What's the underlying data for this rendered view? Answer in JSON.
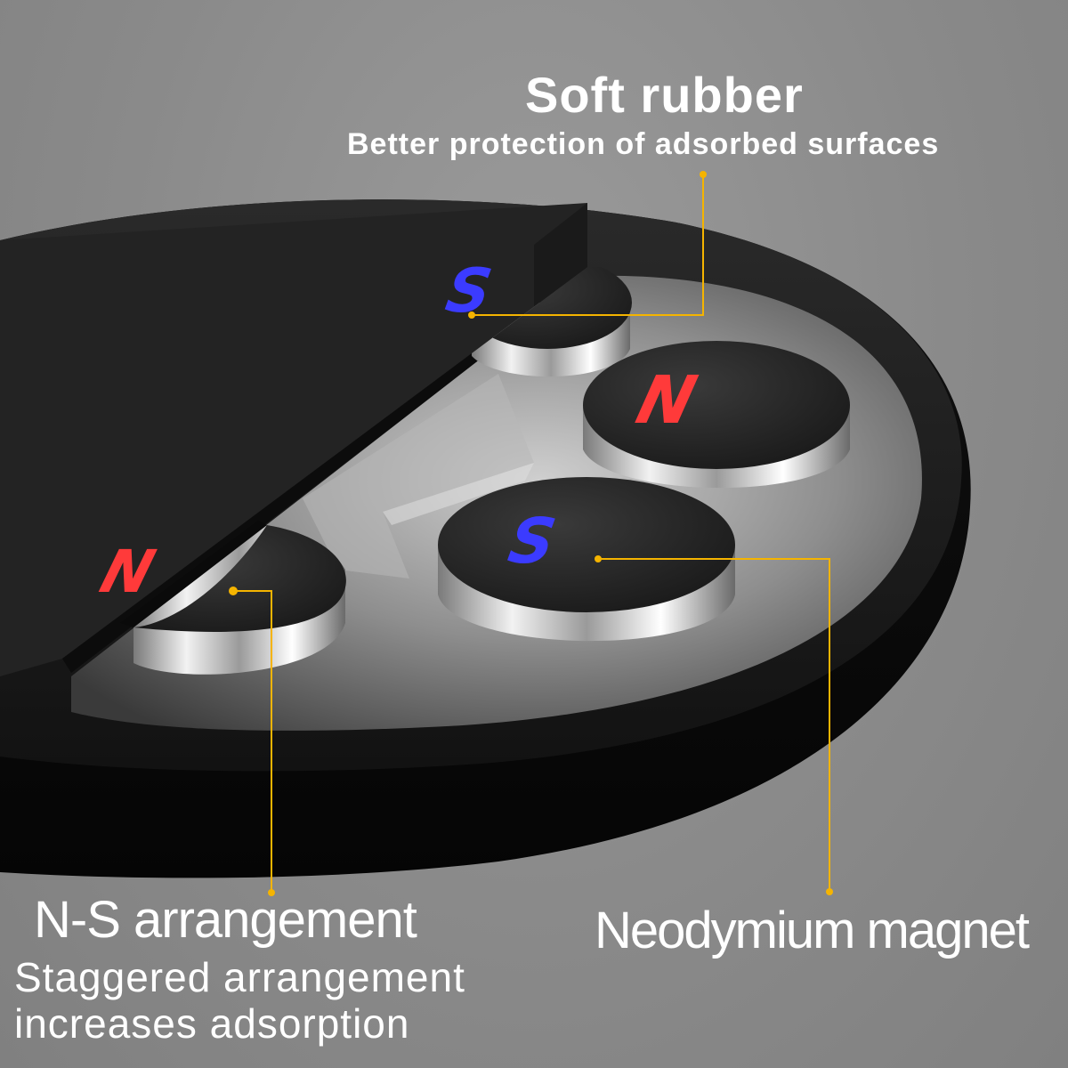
{
  "callouts": {
    "soft_rubber": {
      "title": "Soft rubber",
      "subtitle": "Better protection of adsorbed surfaces"
    },
    "ns_arrangement": {
      "title": "N-S arrangement",
      "subtitle_line1": "Staggered arrangement",
      "subtitle_line2": "increases adsorption"
    },
    "neodymium": {
      "title": "Neodymium magnet"
    }
  },
  "magnets": [
    {
      "pole": "S",
      "color": "#3b3bff"
    },
    {
      "pole": "N",
      "color": "#ff3a3a"
    },
    {
      "pole": "S",
      "color": "#3b3bff"
    },
    {
      "pole": "N",
      "color": "#ff3a3a"
    }
  ],
  "colors": {
    "background": "#8c8c8c",
    "rubber": "#141414",
    "leader_line": "#f5b400",
    "north": "#ff3a3a",
    "south": "#3b3bff"
  }
}
